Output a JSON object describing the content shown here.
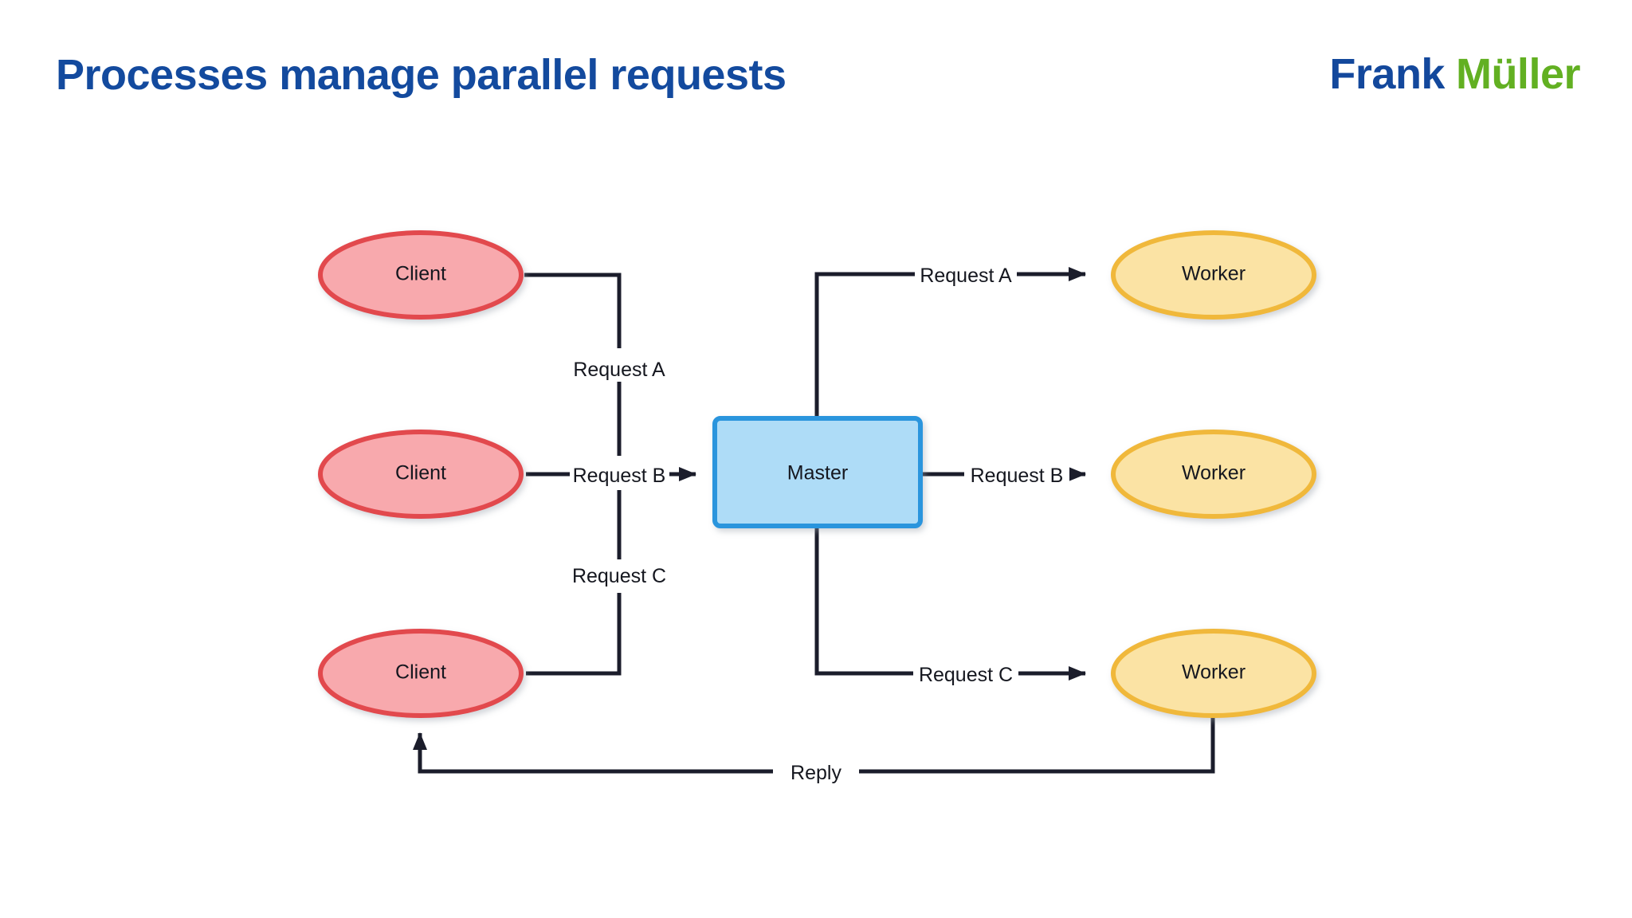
{
  "header": {
    "title": "Processes manage parallel requests",
    "brand_first": "Frank",
    "brand_last": "Müller",
    "title_color": "#134a9e",
    "brand_first_color": "#13489c",
    "brand_last_color": "#62b022"
  },
  "diagram": {
    "type": "flow-diagram",
    "background": "#ffffff",
    "styles": {
      "client_fill": "#f8a9ad",
      "client_stroke": "#e2484d",
      "master_fill": "#aedcf7",
      "master_stroke": "#2b95dd",
      "worker_fill": "#fbe3a4",
      "worker_stroke": "#f0b83a",
      "edge_color": "#1b1d2b"
    },
    "nodes": [
      {
        "id": "client-1",
        "label": "Client",
        "shape": "ellipse",
        "role": "client"
      },
      {
        "id": "client-2",
        "label": "Client",
        "shape": "ellipse",
        "role": "client"
      },
      {
        "id": "client-3",
        "label": "Client",
        "shape": "ellipse",
        "role": "client"
      },
      {
        "id": "master",
        "label": "Master",
        "shape": "rect",
        "role": "master"
      },
      {
        "id": "worker-1",
        "label": "Worker",
        "shape": "ellipse",
        "role": "worker"
      },
      {
        "id": "worker-2",
        "label": "Worker",
        "shape": "ellipse",
        "role": "worker"
      },
      {
        "id": "worker-3",
        "label": "Worker",
        "shape": "ellipse",
        "role": "worker"
      }
    ],
    "edge_labels": {
      "client_request_a": "Request A",
      "client_request_b": "Request B",
      "client_request_c": "Request C",
      "worker_request_a": "Request A",
      "worker_request_b": "Request B",
      "worker_request_c": "Request C",
      "reply": "Reply"
    },
    "edges": [
      {
        "from": "client-1",
        "to": "master",
        "label": "Request A",
        "arrow": true
      },
      {
        "from": "client-2",
        "to": "master",
        "label": "Request B",
        "arrow": true
      },
      {
        "from": "client-3",
        "to": "master",
        "label": "Request C",
        "arrow": true
      },
      {
        "from": "master",
        "to": "worker-1",
        "label": "Request A",
        "arrow": true
      },
      {
        "from": "master",
        "to": "worker-2",
        "label": "Request B",
        "arrow": true
      },
      {
        "from": "master",
        "to": "worker-3",
        "label": "Request C",
        "arrow": true
      },
      {
        "from": "worker-3",
        "to": "client-3",
        "label": "Reply",
        "arrow": true
      }
    ]
  }
}
